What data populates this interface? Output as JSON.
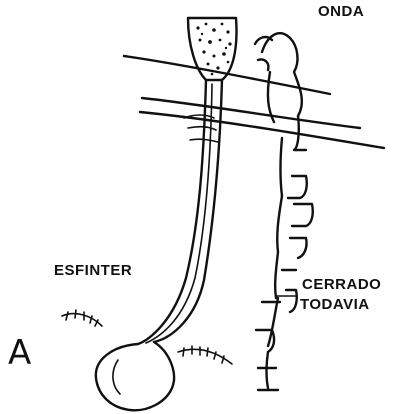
{
  "labels": {
    "top_right": "ONDA",
    "sphincter": "ESFINTER",
    "closed_line1": "CERRADO",
    "closed_line2": "TODAVIA",
    "panel": "A"
  },
  "colors": {
    "ink": "#111111",
    "background": "#ffffff"
  }
}
